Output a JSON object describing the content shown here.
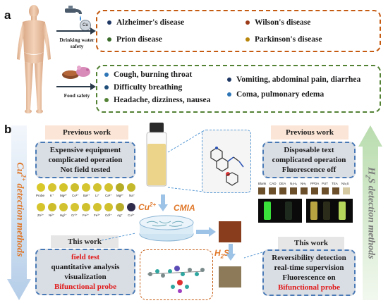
{
  "panel_a": {
    "label": "a",
    "source1": "Drinking water safety",
    "source2": "Food safety",
    "cu_tag": "Cu",
    "box1_items": [
      {
        "text": "Alzheimer's disease",
        "color": "#1f3864"
      },
      {
        "text": "Wilson's disease",
        "color": "#9c3b1a"
      },
      {
        "text": "Prion disease",
        "color": "#3a6b2a"
      },
      {
        "text": "Parkinson's disease",
        "color": "#b8860b"
      }
    ],
    "box2_items": [
      {
        "text": "Cough, burning throat",
        "color": "#2e75b6"
      },
      {
        "text": "Difficulty breathing",
        "color": "#1f4e79"
      },
      {
        "text": "Headache, dizziness, nausea",
        "color": "#548235"
      },
      {
        "text": "Vomiting, abdominal pain, diarrhea",
        "color": "#1f3864"
      },
      {
        "text": "Coma, pulmonary edema",
        "color": "#2e75b6"
      }
    ]
  },
  "panel_b": {
    "label": "b",
    "left_title_1": "Cu",
    "left_title_sup": "2+",
    "left_title_2": " detection methods",
    "right_title_1": "H",
    "right_title_sub": "2",
    "right_title_2": "S detection methods",
    "left_prev_header": "Previous work",
    "left_prev_lines": [
      "Expensive equipment",
      "complicated operation",
      "Not field tested"
    ],
    "left_this_header": "This work",
    "left_this_lines": [
      {
        "text": "field test",
        "red": true
      },
      {
        "text": "quantitative analysis",
        "red": false
      },
      {
        "text": "visualization",
        "red": false
      },
      {
        "text": "Bifunctional probe",
        "red": true
      }
    ],
    "right_prev_header": "Previous work",
    "right_prev_lines": [
      "Disposable text",
      "complicated operation",
      "Fluorescence off"
    ],
    "right_this_header": "This work",
    "right_this_lines": [
      {
        "text": "Reversibility detection",
        "red": false
      },
      {
        "text": "real-time supervision",
        "red": false
      },
      {
        "text": "Fluorescence on",
        "red": false
      },
      {
        "text": "Bifunctional probe",
        "red": true
      }
    ],
    "center_cu": "Cu",
    "center_cu_sup": "2+",
    "center_probe": "CMIA",
    "center_h2s_1": "H",
    "center_h2s_sub": "2",
    "center_h2s_2": "S",
    "ion_row1": [
      "Probe",
      "K⁺",
      "Mg²⁺",
      "Co²⁺",
      "Ba²⁺",
      "Li⁺",
      "Ca²⁺",
      "Mg²⁺",
      "Na⁺"
    ],
    "ion_row2": [
      "Zn²⁺",
      "Ni²⁺",
      "Hg²⁺",
      "Cr³⁺",
      "Fe²⁺",
      "Fe³⁺",
      "Cd²⁺",
      "Ag⁺",
      "Cu²⁺"
    ],
    "analyte_row": [
      "Blank",
      "CAD",
      "DEA",
      "N₂H₄",
      "NH₃",
      "PPDA",
      "PUT",
      "TEA",
      "Na₂S"
    ]
  }
}
